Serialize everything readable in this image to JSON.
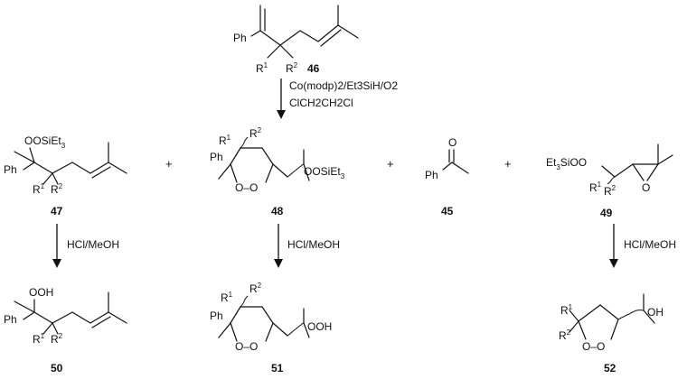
{
  "conditions": {
    "main_reagent": "Co(modp)2/Et3SiH/O2",
    "main_solvent": "ClCH2CH2Cl",
    "acid": "HCl/MeOH"
  },
  "compounds": {
    "c46": {
      "label": "46"
    },
    "c47": {
      "label": "47"
    },
    "c48": {
      "label": "48"
    },
    "c45": {
      "label": "45"
    },
    "c49": {
      "label": "49"
    },
    "c50": {
      "label": "50"
    },
    "c51": {
      "label": "51"
    },
    "c52": {
      "label": "52"
    }
  },
  "atoms": {
    "ph": "Ph",
    "r1": "R",
    "r1_sup": "1",
    "r2": "R",
    "r2_sup": "2",
    "ooset3": "OOSiEt",
    "et3_sub": "3",
    "et3sioo": "Et",
    "et3sioo_rest": "SiOO",
    "ooh": "OOH",
    "oh": "OH",
    "o": "O",
    "oo": "O–O",
    "dash_oo": "–O–O"
  },
  "plus_sign": "+"
}
